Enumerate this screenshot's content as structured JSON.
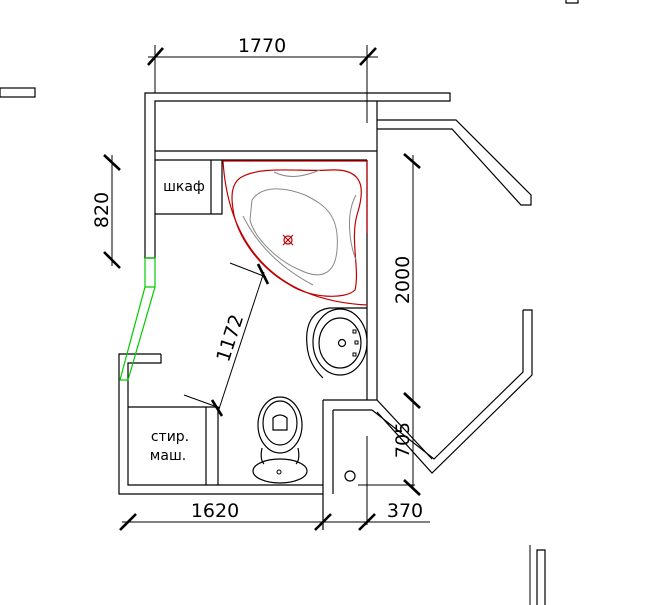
{
  "dimensions": {
    "top_width": "1770",
    "left_height": "820",
    "right_height": "2000",
    "diagonal": "1172",
    "right_lower": "705",
    "bottom_left": "1620",
    "bottom_right": "370"
  },
  "labels": {
    "cabinet": "шкаф",
    "washer_line1": "стир.",
    "washer_line2": "маш."
  },
  "colors": {
    "walls": "#000000",
    "bathtub": "#c00000",
    "door": "#00cc00"
  }
}
